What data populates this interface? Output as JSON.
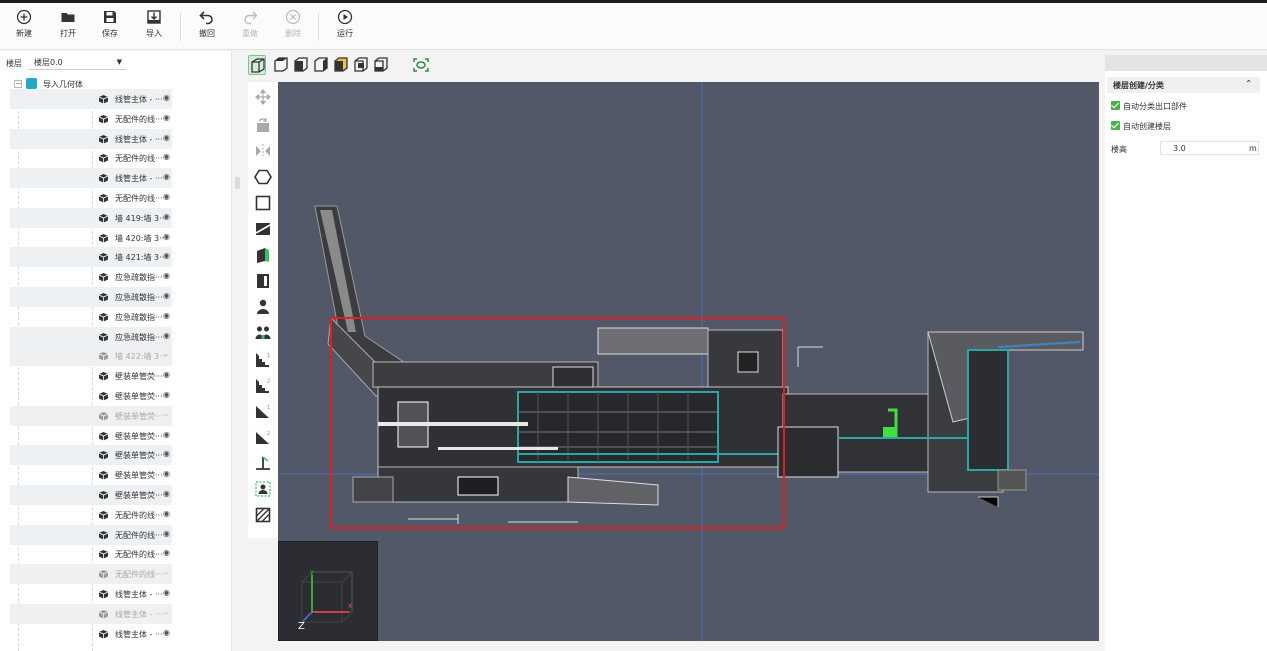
{
  "toolbar": {
    "new": "新建",
    "open": "打开",
    "save": "保存",
    "import": "导入",
    "undo": "撤回",
    "redo": "重做",
    "delete": "删除",
    "run": "运行"
  },
  "left_panel": {
    "floor_label": "楼层",
    "floor_value": "楼层0.0",
    "tree_root": "导入几何体",
    "items": [
      {
        "label": "线管主体 - ···"
      },
      {
        "label": "无配件的线···"
      },
      {
        "label": "线管主体 - ···"
      },
      {
        "label": "无配件的线···"
      },
      {
        "label": "线管主体 - ···"
      },
      {
        "label": "无配件的线···"
      },
      {
        "label": "墙 419:墙 3···"
      },
      {
        "label": "墙 420:墙 3···"
      },
      {
        "label": "墙 421:墙 3···"
      },
      {
        "label": "应急疏散指···"
      },
      {
        "label": "应急疏散指···"
      },
      {
        "label": "应急疏散指···"
      },
      {
        "label": "应急疏散指···"
      },
      {
        "label": "墙 422:墙 3···"
      },
      {
        "label": "壁装单管荧···"
      },
      {
        "label": "壁装单管荧···"
      },
      {
        "label": "壁装单管荧···"
      },
      {
        "label": "壁装单管荧···"
      },
      {
        "label": "壁装单管荧···"
      },
      {
        "label": "壁装单管荧···"
      },
      {
        "label": "壁装单管荧···"
      },
      {
        "label": "无配件的线···"
      },
      {
        "label": "无配件的线···"
      },
      {
        "label": "无配件的线···"
      },
      {
        "label": "无配件的线···"
      },
      {
        "label": "线管主体 - ···"
      },
      {
        "label": "线管主体 - ···"
      },
      {
        "label": "线管主体 - ···"
      }
    ]
  },
  "viewport": {
    "axis_z": "Z",
    "axis_x": "X",
    "axis_y": "Y"
  },
  "right_panel": {
    "section_title": "楼层创建/分类",
    "auto_classify_label": "自动分类出口部件",
    "auto_classify_checked": true,
    "auto_floor_label": "自动创建楼层",
    "auto_floor_checked": true,
    "height_label": "楼高",
    "height_value": "3.0",
    "height_unit": "m"
  },
  "colors": {
    "accent_green": "#4caf50",
    "viewport_bg": "#525868",
    "selection_red": "#e02020",
    "teal_line": "#2aa6a6"
  }
}
